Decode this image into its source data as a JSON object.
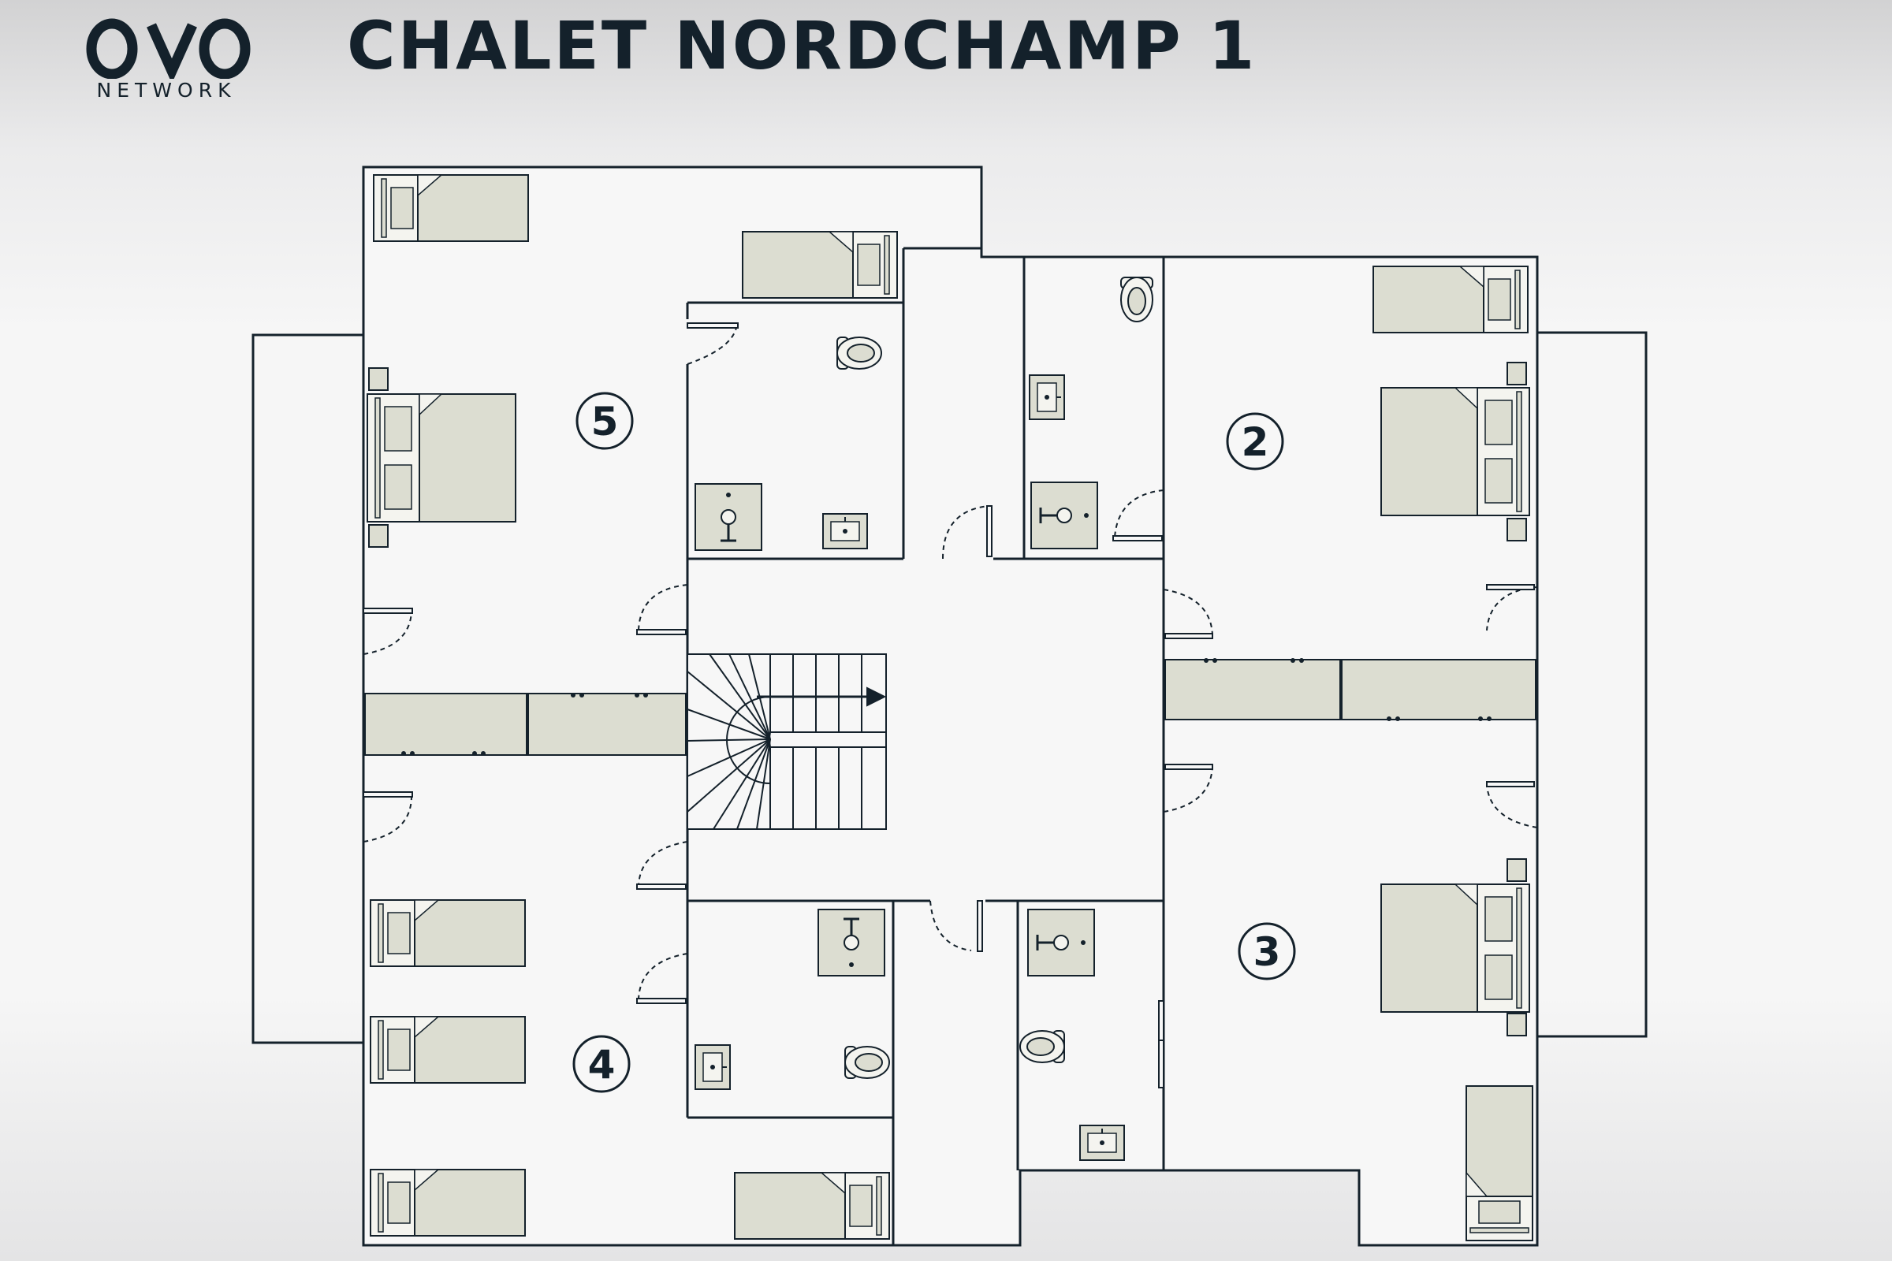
{
  "brand": {
    "name": "NETWORK",
    "logo_icon": "ovo-network-logo"
  },
  "title": "CHALET NORDCHAMP 1",
  "rooms": [
    {
      "number": "5",
      "name": "bedroom-5"
    },
    {
      "number": "2",
      "name": "bedroom-2"
    },
    {
      "number": "3",
      "name": "bedroom-3"
    },
    {
      "number": "4",
      "name": "bedroom-4"
    }
  ],
  "colors": {
    "ink": "#14212b",
    "furniture": "#dcddd1",
    "background": "#f6f6f6"
  }
}
